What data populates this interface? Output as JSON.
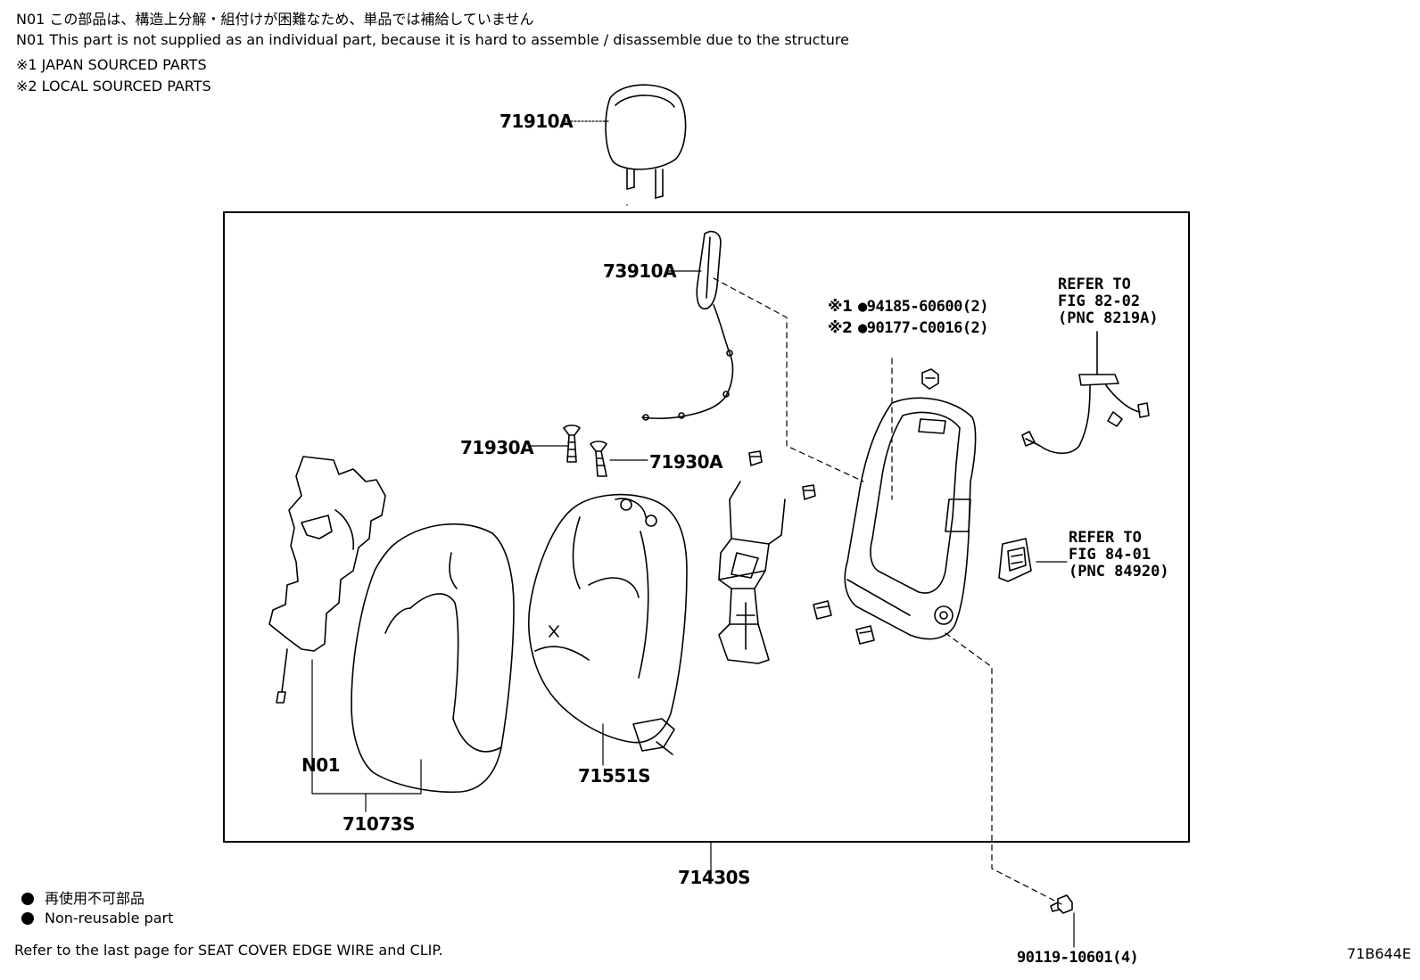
{
  "notes": [
    "N01 この部品は、構造上分解・組付けが困難なため、単品では補給していません",
    "N01 This part is not supplied as an individual part, because it is hard to assemble / disassemble due to the structure",
    "※1  JAPAN SOURCED PARTS",
    "※2  LOCAL SOURCED PARTS"
  ],
  "parts": {
    "headrest": "71910A",
    "airbag": "73910A",
    "guide_left": "71930A",
    "guide_right": "71930A",
    "nut_1": "●94185-60600(2)",
    "nut_1_mark": "※1",
    "nut_2": "●90177-C0016(2)",
    "nut_2_mark": "※2",
    "pad_group": "N01",
    "cover": "71073S",
    "pad": "71551S",
    "assembly": "71430S",
    "bolt": "90119-10601(4)"
  },
  "refs": {
    "harness": "REFER TO\nFIG 82-02\n(PNC 8219A)",
    "switch": "REFER TO\nFIG 84-01\n(PNC 84920)"
  },
  "legend": {
    "jp": "再使用不可部品",
    "en": "Non-reusable part"
  },
  "footer": "Refer to the last page   for SEAT COVER EDGE WIRE and CLIP.",
  "diagram_code": "71B644E"
}
